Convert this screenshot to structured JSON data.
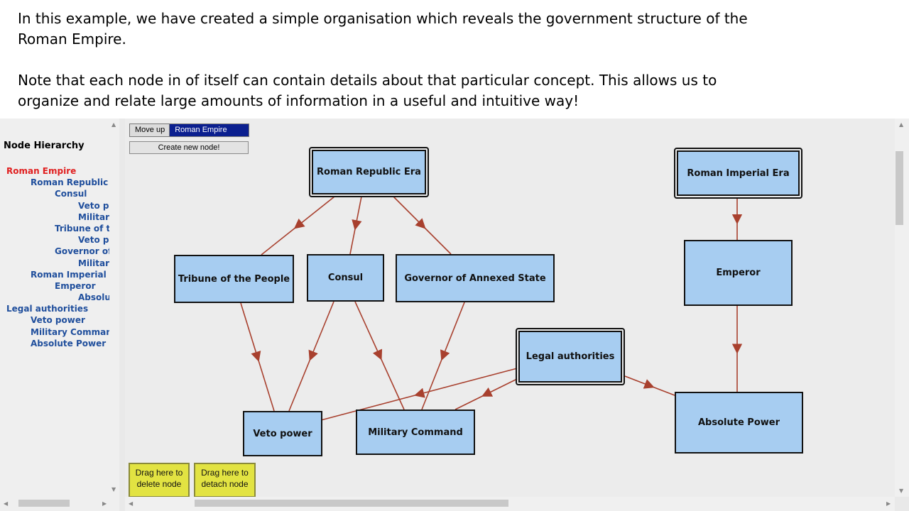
{
  "intro": {
    "line1": "In this example, we have created a simple organisation which reveals the government structure of the Roman Empire.",
    "line2": "Note that each node in of itself can contain details about that particular concept. This allows us to organize and relate large amounts of information in a useful and intuitive way!"
  },
  "sidebar": {
    "title": "Node Hierarchy",
    "items": [
      {
        "label": "Roman Empire",
        "selected": true
      },
      {
        "label": "Roman Republic Era"
      },
      {
        "label": "Consul"
      },
      {
        "label": "Veto power"
      },
      {
        "label": "Military Command"
      },
      {
        "label": "Tribune of the People"
      },
      {
        "label": "Veto power"
      },
      {
        "label": "Governor of Annexed State"
      },
      {
        "label": "Military Command"
      },
      {
        "label": "Roman Imperial Era"
      },
      {
        "label": "Emperor"
      },
      {
        "label": "Absolute Power"
      },
      {
        "label": "Legal authorities"
      },
      {
        "label": "Veto power"
      },
      {
        "label": "Military Command"
      },
      {
        "label": "Absolute Power"
      }
    ]
  },
  "toolbar": {
    "move_up_label": "Move up",
    "current_node": "Roman Empire",
    "create_label": "Create new node!"
  },
  "nodes": {
    "republic": "Roman Republic Era",
    "imperial": "Roman Imperial Era",
    "tribune": "Tribune of the People",
    "consul": "Consul",
    "governor": "Governor of Annexed State",
    "emperor": "Emperor",
    "legal": "Legal authorities",
    "veto": "Veto power",
    "military": "Military Command",
    "absolute": "Absolute Power"
  },
  "dropzones": {
    "delete_line1": "Drag here to",
    "delete_line2": "delete node",
    "detach_line1": "Drag here to",
    "detach_line2": "detach node"
  },
  "colors": {
    "node_fill": "#a7cdf1",
    "edge": "#a8402e",
    "selected_text": "#e02020",
    "tree_text": "#1f4e9c",
    "dropzone": "#e2e342",
    "current_node_bg": "#0b1f8f"
  }
}
